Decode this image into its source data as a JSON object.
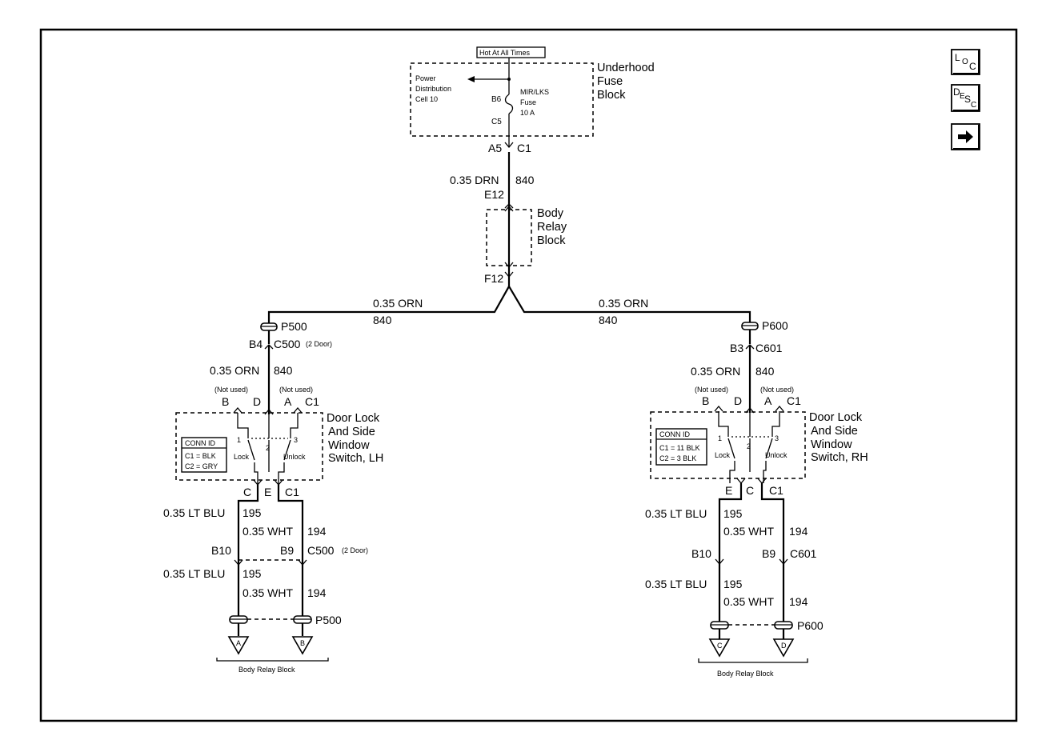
{
  "fuse_block": {
    "hot_label": "Hot At All Times",
    "name": [
      "Underhood",
      "Fuse",
      "Block"
    ],
    "power_dist": [
      "Power",
      "Distribution",
      "Cell 10"
    ],
    "fuse_name": [
      "MIR/LKS",
      "Fuse",
      "10 A"
    ],
    "pin_b6": "B6",
    "pin_c5": "C5",
    "conn_a5": "A5",
    "conn_c1": "C1"
  },
  "feed_wire": {
    "gauge_color": "0.35 DRN",
    "circuit": "840"
  },
  "relay_block": {
    "pin_top": "E12",
    "pin_bottom": "F12",
    "name": [
      "Body",
      "Relay",
      "Block"
    ]
  },
  "left": {
    "wire_color": "0.35 ORN",
    "wire_circuit": "840",
    "splice": "P500",
    "conn_pin": "B4",
    "conn_name": "C500",
    "conn_note": "(2 Door)",
    "sw_wire_color": "0.35 ORN",
    "sw_wire_circuit": "840",
    "not_used_1": "(Not used)",
    "not_used_2": "(Not used)",
    "top_pins": [
      "B",
      "D",
      "A",
      "C1"
    ],
    "switch_name": [
      "Door Lock",
      "And Side",
      "Window",
      "Switch, LH"
    ],
    "conn_id": [
      "CONN ID",
      "C1 = BLK",
      "C2 = GRY"
    ],
    "contacts": [
      "1",
      "2",
      "3"
    ],
    "lock": "Lock",
    "unlock": "Unlock",
    "bottom_pins": [
      "C",
      "E",
      "C1"
    ],
    "w1_color": "0.35 LT BLU",
    "w1_circuit": "195",
    "w2_color": "0.35 WHT",
    "w2_circuit": "194",
    "c2_pin1": "B10",
    "c2_pin2": "B9",
    "c2_name": "C500",
    "c2_note": "(2 Door)",
    "w3_color": "0.35 LT BLU",
    "w3_circuit": "195",
    "w4_color": "0.35 WHT",
    "w4_circuit": "194",
    "splice2": "P500",
    "refs": [
      "A",
      "B"
    ],
    "ref_label": "Body Relay Block"
  },
  "right": {
    "wire_color": "0.35 ORN",
    "wire_circuit": "840",
    "splice": "P600",
    "conn_pin": "B3",
    "conn_name": "C601",
    "sw_wire_color": "0.35 ORN",
    "sw_wire_circuit": "840",
    "not_used_1": "(Not used)",
    "not_used_2": "(Not used)",
    "top_pins": [
      "B",
      "D",
      "A",
      "C1"
    ],
    "switch_name": [
      "Door Lock",
      "And Side",
      "Window",
      "Switch, RH"
    ],
    "conn_id": [
      "CONN ID",
      "C1 = 11 BLK",
      "C2 = 3 BLK"
    ],
    "contacts": [
      "1",
      "2",
      "3"
    ],
    "lock": "Lock",
    "unlock": "Unlock",
    "bottom_pins": [
      "E",
      "C",
      "C1"
    ],
    "w1_color": "0.35 LT BLU",
    "w1_circuit": "195",
    "w2_color": "0.35 WHT",
    "w2_circuit": "194",
    "c2_pin1": "B10",
    "c2_pin2": "B9",
    "c2_name": "C601",
    "w3_color": "0.35 LT BLU",
    "w3_circuit": "195",
    "w4_color": "0.35 WHT",
    "w4_circuit": "194",
    "splice2": "P600",
    "refs": [
      "C",
      "D"
    ],
    "ref_label": "Body Relay Block"
  },
  "nav": {
    "loc": {
      "big1": "L",
      "small1": "O",
      "big2": "C"
    },
    "desc": {
      "big1": "D",
      "small1": "E",
      "big2": "S",
      "small2": "C"
    },
    "next_icon": "arrow-right-icon"
  }
}
